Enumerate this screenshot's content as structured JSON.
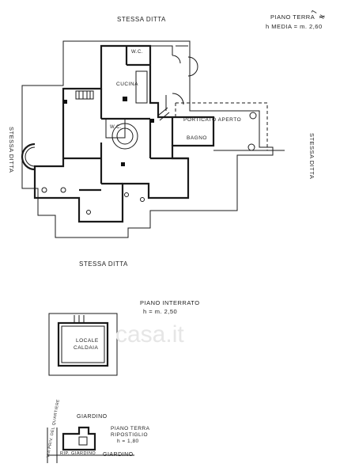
{
  "ground_floor": {
    "title": "PIANO TERRA",
    "height_note": "h MEDIA = m. 2,60",
    "neighbor_top": "STESSA DITTA",
    "neighbor_bottom": "STESSA DITTA",
    "neighbor_left": "STESSA DITTA",
    "neighbor_right": "STESSA DITTA",
    "rooms": {
      "wc_top": "W.C.",
      "kitchen": "CUCINA",
      "wc_stair": "W.C.",
      "porch": "PORTICATO APERTO",
      "bath": "BAGNO"
    }
  },
  "basement": {
    "title": "PIANO INTERRATO",
    "height_note": "h = m. 2,50",
    "room_line1": "LOCALE",
    "room_line2": "CALDAIA"
  },
  "storage": {
    "garden_top": "GIARDINO",
    "garden_bottom": "GIARDINO",
    "title": "PIANO TERRA",
    "subtitle": "RIPOSTIGLIO",
    "height_note": "h = 1,80",
    "room_label": "RIP. GIARDINO",
    "side_note": "VIA PRIV. DEL QUARTIERE"
  },
  "watermark": "casa.it",
  "page_mark": "⌐ ≠"
}
